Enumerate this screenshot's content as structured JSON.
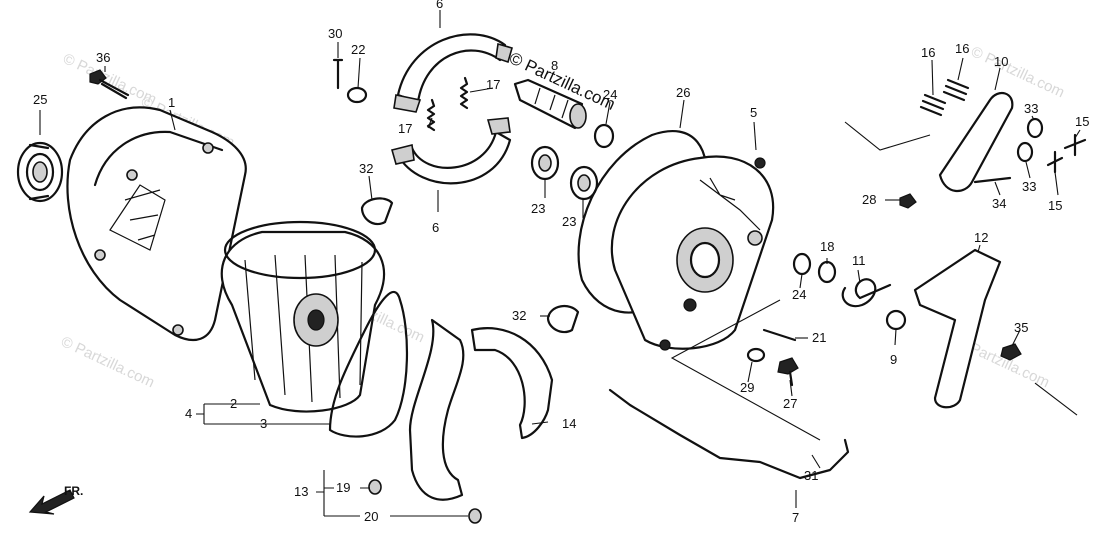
{
  "watermarks": {
    "main": "© Partzilla.com",
    "faint": [
      "© Partzilla.com",
      "© Partzilla.com",
      "© Partzilla.com",
      "© Partzilla.com",
      "© Partzilla.com",
      "© Partzilla.com"
    ]
  },
  "direction_label": "FR.",
  "callouts": {
    "c1": "1",
    "c2": "2",
    "c3": "3",
    "c4": "4",
    "c5": "5",
    "c6a": "6",
    "c6b": "6",
    "c7": "7",
    "c8": "8",
    "c9": "9",
    "c10": "10",
    "c11": "11",
    "c12": "12",
    "c13": "13",
    "c14": "14",
    "c15a": "15",
    "c15b": "15",
    "c16a": "16",
    "c16b": "16",
    "c17a": "17",
    "c17b": "17",
    "c18": "18",
    "c19": "19",
    "c20": "20",
    "c21": "21",
    "c22": "22",
    "c23a": "23",
    "c23b": "23",
    "c24a": "24",
    "c24b": "24",
    "c25": "25",
    "c26": "26",
    "c27": "27",
    "c28": "28",
    "c29": "29",
    "c30": "30",
    "c31": "31",
    "c32a": "32",
    "c32b": "32",
    "c33a": "33",
    "c33b": "33",
    "c34": "34",
    "c35": "35",
    "c36": "36"
  }
}
